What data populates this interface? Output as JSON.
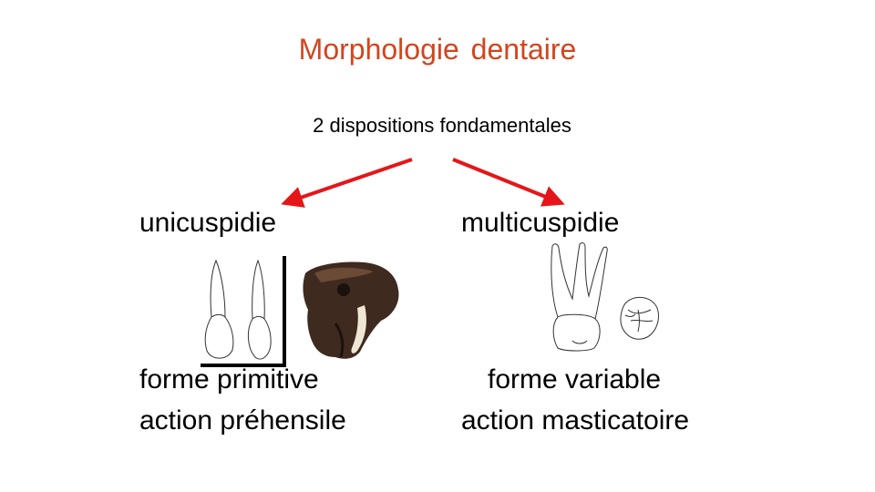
{
  "slide": {
    "title": "Morphologie dentaire",
    "subtitle": "2 dispositions fondamentales",
    "left": {
      "heading": "unicuspidie",
      "line1": "forme primitive",
      "line2": "action préhensile"
    },
    "right": {
      "heading": "multicuspidie",
      "line1": "forme variable",
      "line2": "action masticatoire"
    }
  },
  "colors": {
    "title": "#d2451e",
    "arrows": "#e5161a",
    "text": "#000000"
  },
  "icons": {
    "left_teeth": "single-cusp-tooth-drawings-icon",
    "skull": "saber-tooth-skull-icon",
    "molar_side": "multi-root-molar-icon",
    "molar_top": "molar-occlusal-view-icon"
  }
}
